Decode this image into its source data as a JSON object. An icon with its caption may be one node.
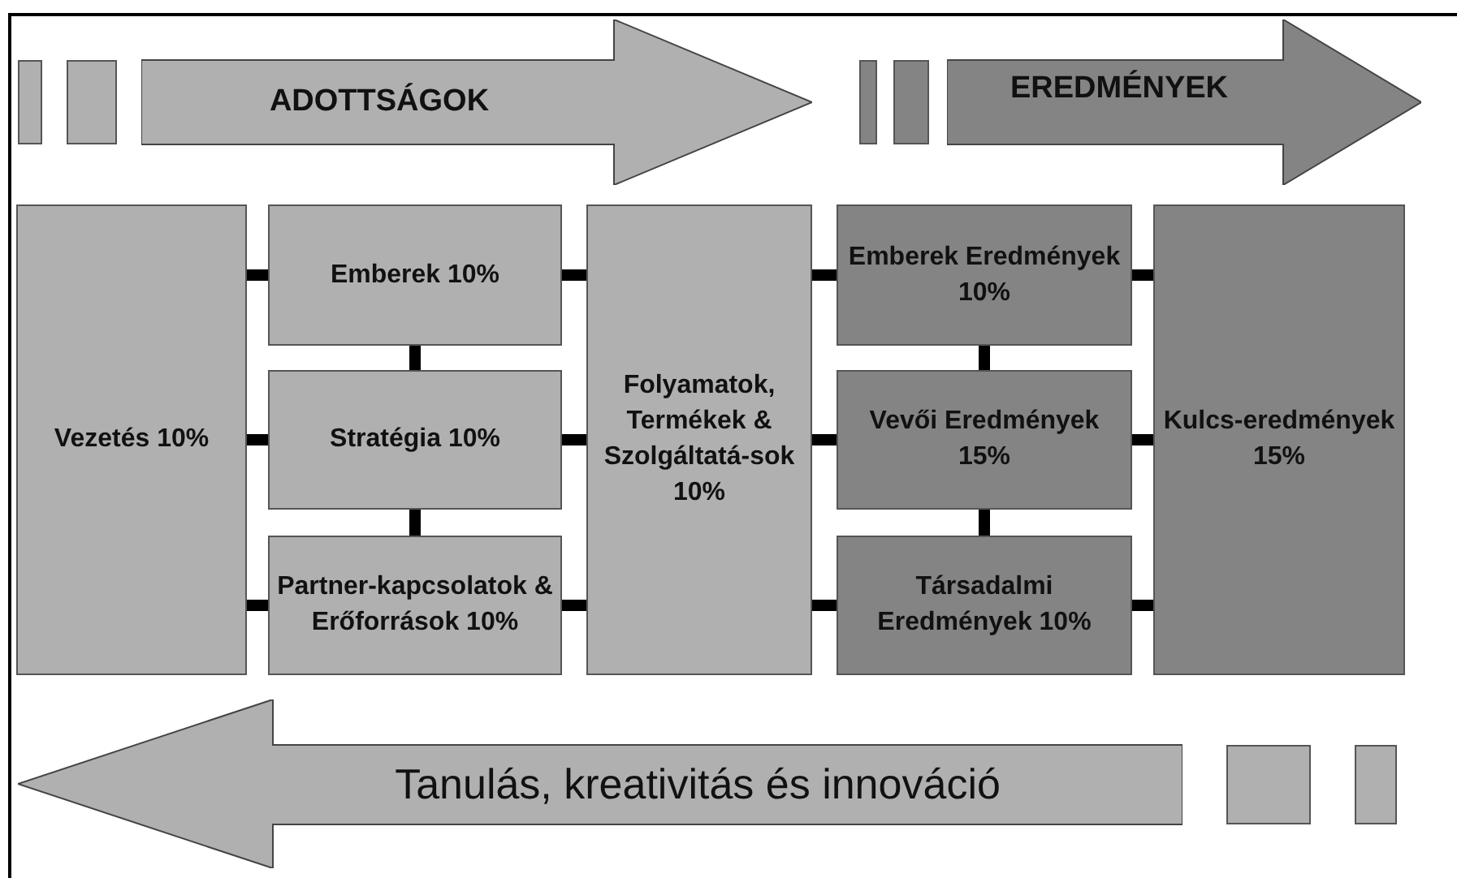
{
  "diagram": {
    "nodes": [
      {
        "text": [
          "ADOTTSÁGOK"
        ]
      },
      {
        "text": [
          "EREDMÉNYEK"
        ]
      },
      {
        "text": [
          "Vezetés 10%"
        ]
      },
      {
        "text": [
          "Emberek 10%"
        ]
      },
      {
        "text": [
          "Stratégia 10%"
        ]
      },
      {
        "text": [
          "Partner-kapcsolatok & Erőforrások 10%"
        ]
      },
      {
        "text": [
          "Folyamatok, Termékek & Szolgáltatá-sok 10%"
        ]
      },
      {
        "text": [
          "Emberek Eredmények 10%"
        ]
      },
      {
        "text": [
          "Vevői Eredmények 15%"
        ]
      },
      {
        "text": [
          "Társadalmi Eredmények 10%"
        ]
      },
      {
        "text": [
          "Kulcs-eredmények 15%"
        ]
      },
      {
        "text": [
          "Tanulás, kreativitás és innováció"
        ]
      }
    ],
    "edges": [
      {
        "from": 2,
        "to": 3,
        "arrow": "none"
      },
      {
        "from": 2,
        "to": 4,
        "arrow": "none"
      },
      {
        "from": 2,
        "to": 5,
        "arrow": "none"
      },
      {
        "from": 3,
        "to": 4,
        "arrow": "none"
      },
      {
        "from": 4,
        "to": 5,
        "arrow": "none"
      },
      {
        "from": 3,
        "to": 6,
        "arrow": "none"
      },
      {
        "from": 4,
        "to": 6,
        "arrow": "none"
      },
      {
        "from": 5,
        "to": 6,
        "arrow": "none"
      },
      {
        "from": 6,
        "to": 7,
        "arrow": "none"
      },
      {
        "from": 6,
        "to": 8,
        "arrow": "none"
      },
      {
        "from": 6,
        "to": 9,
        "arrow": "none"
      },
      {
        "from": 7,
        "to": 8,
        "arrow": "none"
      },
      {
        "from": 8,
        "to": 9,
        "arrow": "none"
      },
      {
        "from": 7,
        "to": 10,
        "arrow": "none"
      },
      {
        "from": 8,
        "to": 10,
        "arrow": "none"
      },
      {
        "from": 9,
        "to": 10,
        "arrow": "none"
      }
    ]
  }
}
